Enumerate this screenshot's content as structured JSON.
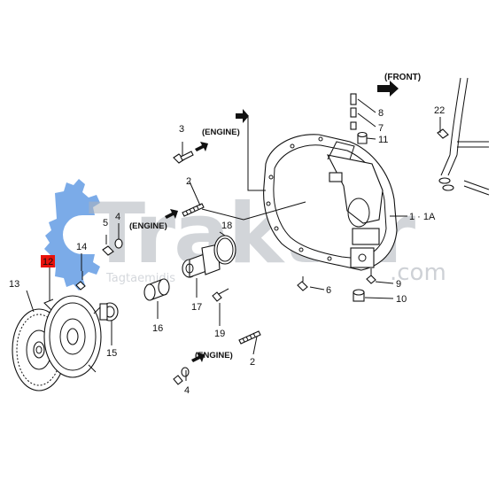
{
  "watermark": {
    "brand": "Trakter",
    "domain": ".com",
    "sub": "Tagtaemidis"
  },
  "colors": {
    "highlight": "#e8120c",
    "watermark_gear": "#4f8fe0",
    "ink": "#111111"
  },
  "front_label": "(FRONT)",
  "engine_label": "(ENGINE)",
  "callouts": {
    "p1_1a": "1 · 1A",
    "p2_top": "2",
    "p2_bottom": "2",
    "p3": "3",
    "p4_mid": "4",
    "p4_bottom": "4",
    "p5": "5",
    "p6": "6",
    "p7": "7",
    "p8": "8",
    "p9": "9",
    "p10": "10",
    "p11": "11",
    "p12": "12",
    "p13": "13",
    "p14": "14",
    "p15": "15",
    "p16": "16",
    "p17": "17",
    "p18": "18",
    "p19": "19",
    "p22": "22"
  }
}
